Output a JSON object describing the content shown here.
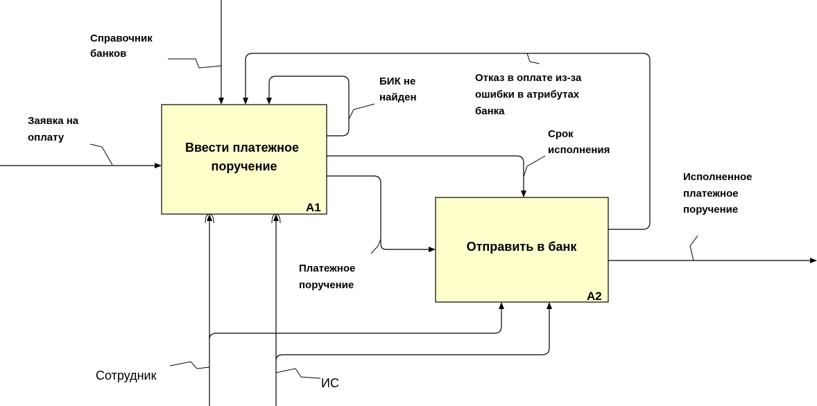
{
  "activities": [
    {
      "id": "A1",
      "title_lines": [
        "Ввести платежное",
        "поручение"
      ],
      "number": "A1"
    },
    {
      "id": "A2",
      "title_lines": [
        "Отправить в банк"
      ],
      "number": "A2"
    }
  ],
  "labels": {
    "bank_directory": [
      "Справочник",
      "банков"
    ],
    "payment_request": [
      "Заявка на",
      "оплату"
    ],
    "bik_not_found": [
      "БИК не",
      "найден"
    ],
    "payment_refusal": [
      "Отказ в оплате из-за",
      "ошибки в атрибутах",
      "банка"
    ],
    "deadline": [
      "Срок",
      "исполнения"
    ],
    "executed_order": [
      "Исполненное",
      "платежное",
      "поручение"
    ],
    "payment_order": [
      "Платежное",
      "поручение"
    ],
    "employee": "Сотрудник",
    "info_system": "ИС"
  }
}
